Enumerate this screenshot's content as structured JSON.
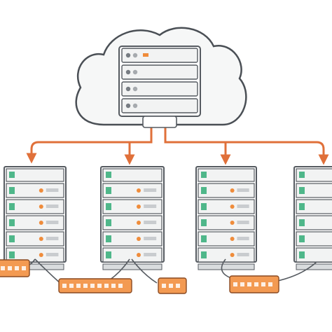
{
  "palette": {
    "background": "#ffffff",
    "cloud_fill": "#f6f7f7",
    "cloud_outline": "#4a4f55",
    "server_fill": "#f2f3f3",
    "server_outline": "#555a60",
    "connector": "#e0703a",
    "accent_green": "#4fb78a",
    "accent_orange": "#ef8c3b",
    "label_fill": "#f39a52"
  },
  "cloud": {
    "icon": "cloud-icon",
    "server_icon": "server-rack-icon",
    "drive_count": 4
  },
  "racks": [
    {
      "icon": "server-rack-icon",
      "drive_count": 5,
      "status_led_color": "#4fb78a"
    },
    {
      "icon": "server-rack-icon",
      "drive_count": 5,
      "status_led_color": "#4fb78a"
    },
    {
      "icon": "server-rack-icon",
      "drive_count": 5,
      "status_led_color": "#4fb78a"
    },
    {
      "icon": "server-rack-icon",
      "drive_count": 5,
      "status_led_color": "#4fb78a"
    }
  ],
  "labels": [
    {
      "icon": "label-tag-icon"
    },
    {
      "icon": "label-tag-icon"
    },
    {
      "icon": "label-tag-icon"
    },
    {
      "icon": "label-tag-icon"
    },
    {
      "icon": "label-tag-icon"
    }
  ]
}
